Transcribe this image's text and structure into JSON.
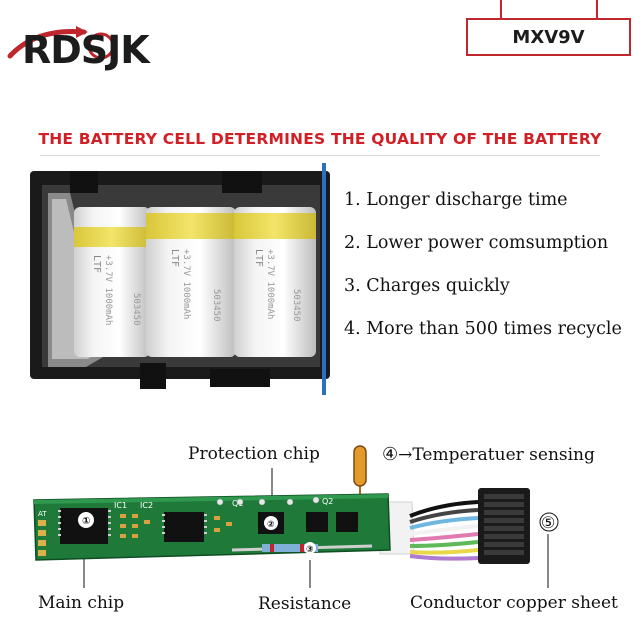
{
  "brand": {
    "logo_text": "RDSJK",
    "model": "MXV9V"
  },
  "headline": "THE BATTERY CELL DETERMINES THE QUALITY OF THE BATTERY",
  "features": [
    "1. Longer discharge time",
    "2. Lower power comsumption",
    "3. Charges quickly",
    "4. More than 500 times recycle"
  ],
  "cells": [
    {
      "brand": "LTF",
      "rating": "+3.7V 1000mAh",
      "model": "503450"
    },
    {
      "brand": "LTF",
      "rating": "+3.7V 1000mAh",
      "model": "503450"
    },
    {
      "brand": "LTF",
      "rating": "+3.7V 1000mAh",
      "model": "503450"
    }
  ],
  "pcb": {
    "silkscreen": [
      "IC1",
      "IC2",
      "Q1",
      "Q2",
      "AT"
    ],
    "markers": [
      "①",
      "②",
      "③",
      "④",
      "⑤"
    ]
  },
  "labels": {
    "protection_chip": "Protection chip",
    "temperature_sensing": "Temperatuer sensing",
    "temperature_marker": "④",
    "main_chip": "Main chip",
    "resistance": "Resistance",
    "conductor": "Conductor copper sheet"
  },
  "colors": {
    "brand_red": "#c0272d",
    "headline_red": "#d21f26",
    "pcb_green": "#1f7a3a",
    "cell_yellow": "#e8d84a"
  }
}
